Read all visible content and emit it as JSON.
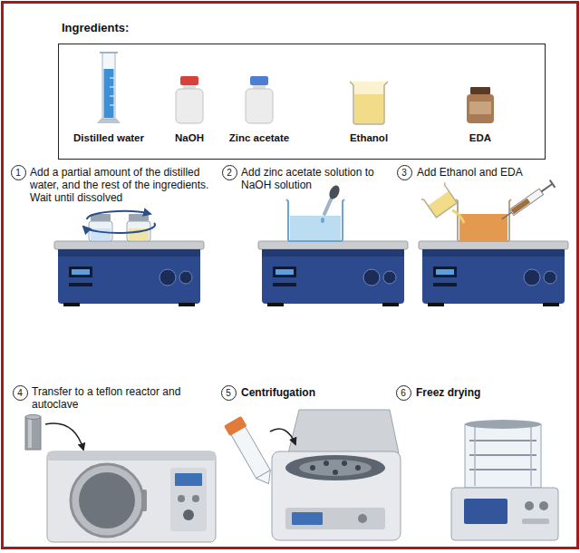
{
  "diagram": {
    "nodes": [
      {
        "text": [
          "Ingredients:",
          "Distilled water",
          "NaOH",
          "Zinc acetate",
          "Ethanol",
          "EDA"
        ]
      },
      {
        "text": [
          "1"
        ]
      },
      {
        "text": [
          "2"
        ]
      },
      {
        "text": [
          "3"
        ]
      },
      {
        "text": [
          "4"
        ]
      },
      {
        "text": [
          "5"
        ]
      },
      {
        "text": [
          "6"
        ]
      }
    ],
    "labels": [
      "Add a partial amount of the distilled water, and the rest of the ingredients. Wait until dissolved",
      "Add zinc acetate solution to NaOH solution",
      "Add Ethanol and EDA",
      "Transfer to a teflon reactor and autoclave",
      "Centrifugation",
      "Freez drying"
    ]
  }
}
